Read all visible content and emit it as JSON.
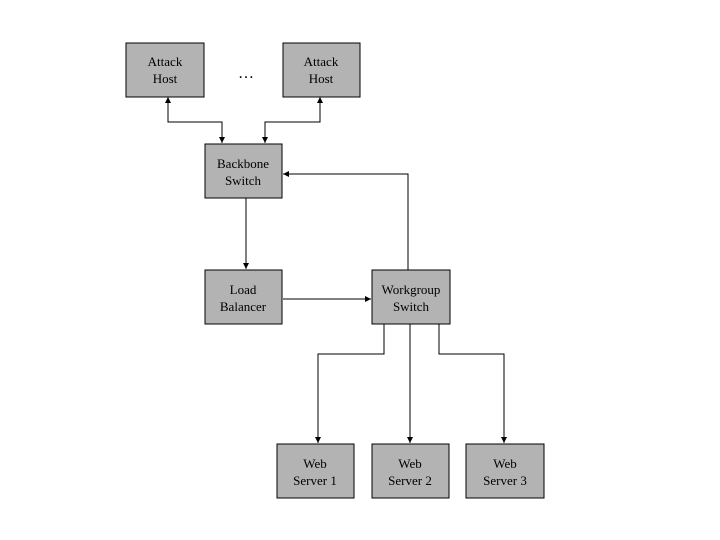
{
  "nodes": {
    "attack_host_1": {
      "line1": "Attack",
      "line2": "Host"
    },
    "attack_host_2": {
      "line1": "Attack",
      "line2": "Host"
    },
    "backbone_switch": {
      "line1": "Backbone",
      "line2": "Switch"
    },
    "load_balancer": {
      "line1": "Load",
      "line2": "Balancer"
    },
    "workgroup_switch": {
      "line1": "Workgroup",
      "line2": "Switch"
    },
    "web_server_1": {
      "line1": "Web",
      "line2": "Server 1"
    },
    "web_server_2": {
      "line1": "Web",
      "line2": "Server 2"
    },
    "web_server_3": {
      "line1": "Web",
      "line2": "Server 3"
    }
  },
  "ellipsis": "…",
  "colors": {
    "node_fill": "#b3b3b3",
    "stroke": "#000000",
    "background": "#ffffff"
  }
}
